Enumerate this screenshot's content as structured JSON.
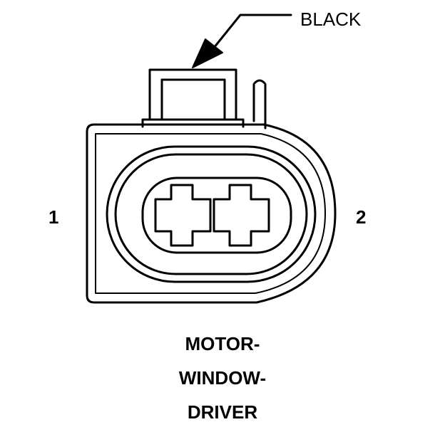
{
  "wire_color_label": "BLACK",
  "pin_labels": {
    "left": "1",
    "right": "2"
  },
  "connector_name_lines": [
    "MOTOR-",
    "WINDOW-",
    "DRIVER"
  ],
  "colors": {
    "line": "#000000",
    "background": "#ffffff"
  }
}
